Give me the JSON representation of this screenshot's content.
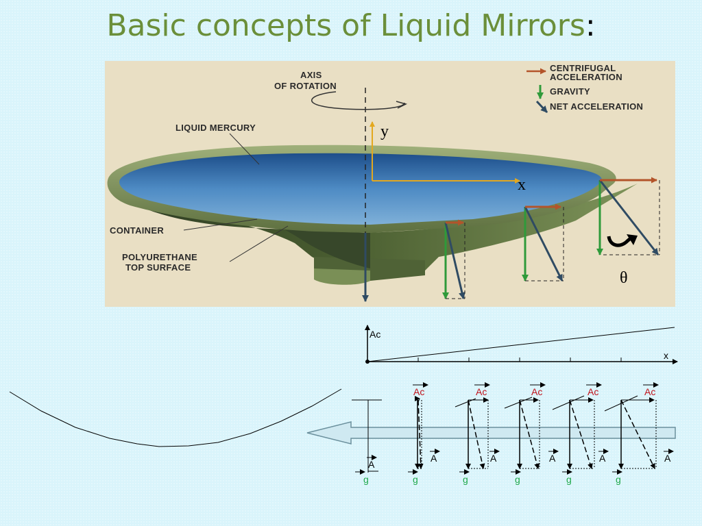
{
  "title": {
    "text": "Basic concepts of Liquid Mirrors",
    "colon": ":"
  },
  "figure": {
    "axis_label_line1": "AXIS",
    "axis_label_line2": "OF ROTATION",
    "liquid_label": "LIQUID MERCURY",
    "container_label": "CONTAINER",
    "poly_label_line1": "POLYURETHANE",
    "poly_label_line2": "TOP SURFACE",
    "legend": [
      {
        "text_line1": "CENTRIFUGAL",
        "text_line2": "ACCELERATION",
        "color": "#b3542a"
      },
      {
        "text_line1": "GRAVITY",
        "text_line2": "",
        "color": "#2f9a3a"
      },
      {
        "text_line1": "NET ACCELERATION",
        "text_line2": "",
        "color": "#2f4b63"
      }
    ],
    "y_axis": "y",
    "x_axis": "x",
    "theta": "θ"
  },
  "graph": {
    "y_label": "Ac",
    "x_label": "x"
  },
  "vectors": {
    "ac_label": "Ac",
    "a_label": "A",
    "g_label": "g",
    "ac_color": "#c0121a",
    "g_color": "#1fa84a"
  }
}
